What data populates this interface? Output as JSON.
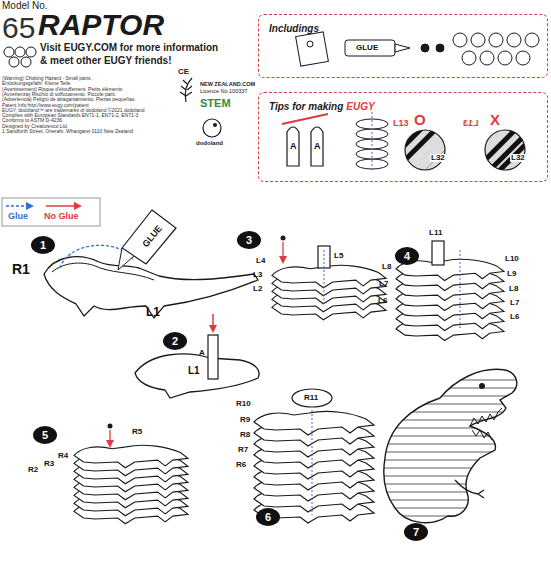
{
  "diagram": {
    "title": "RAPTOR",
    "nodes": [
      {
        "text": [
          "Includings"
        ]
      },
      {
        "text": [
          "Tips for making",
          "EUGY"
        ]
      },
      {
        "text": [
          "1"
        ]
      },
      {
        "text": [
          "2"
        ]
      },
      {
        "text": [
          "3"
        ]
      },
      {
        "text": [
          "4"
        ]
      },
      {
        "text": [
          "5"
        ]
      },
      {
        "text": [
          "6"
        ]
      },
      {
        "text": [
          "7"
        ]
      }
    ],
    "labels": [
      "Model No.",
      "65",
      "Visit EUGY.COM for more information",
      "& meet other EUGY friends!",
      "CE",
      "(Warning) Choking Hazard - Small parts.",
      "Erstickungsgefahr: Kleine Teile",
      "(Avertissement) Risque d'étouffement. Petits éléments",
      "(Avvertenza) Rischio di soffocamento. Piccole parti.",
      "(Advertencia) Peligro de atragantamiento. Piezas pequeñas.",
      "Patent Info http://www.eugy.com/patent",
      "EUGY, dodoland™ are trademarks of dodoland ©2021 dodoland",
      "Complies with European Standards EN71-1, EN71-2, EN71-3",
      "Conforms to ASTM D-4236",
      "Designed by Creaturesco Ltd.",
      "1 Sandforth Street, Onerahi, Whangarei 0110 New Zealand",
      "NEW ZEALAND.COM",
      "Licence No.100337",
      "STEM",
      "dodoland",
      "GLUE",
      "A",
      "A",
      "L13",
      "O",
      "L32",
      "L13",
      "X",
      "L32",
      "R1",
      "GLUE",
      "L1",
      "A",
      "L1",
      "L4",
      "L3",
      "L2",
      "L5",
      "L11",
      "L8",
      "L7",
      "L6",
      "L10",
      "L9",
      "L8",
      "L7",
      "L6",
      "R5",
      "R2",
      "R3",
      "R4",
      "R11",
      "R10",
      "R9",
      "R8",
      "R7",
      "R6"
    ],
    "legend": [
      {
        "text": "Glue"
      },
      {
        "text": "No Glue"
      }
    ]
  }
}
